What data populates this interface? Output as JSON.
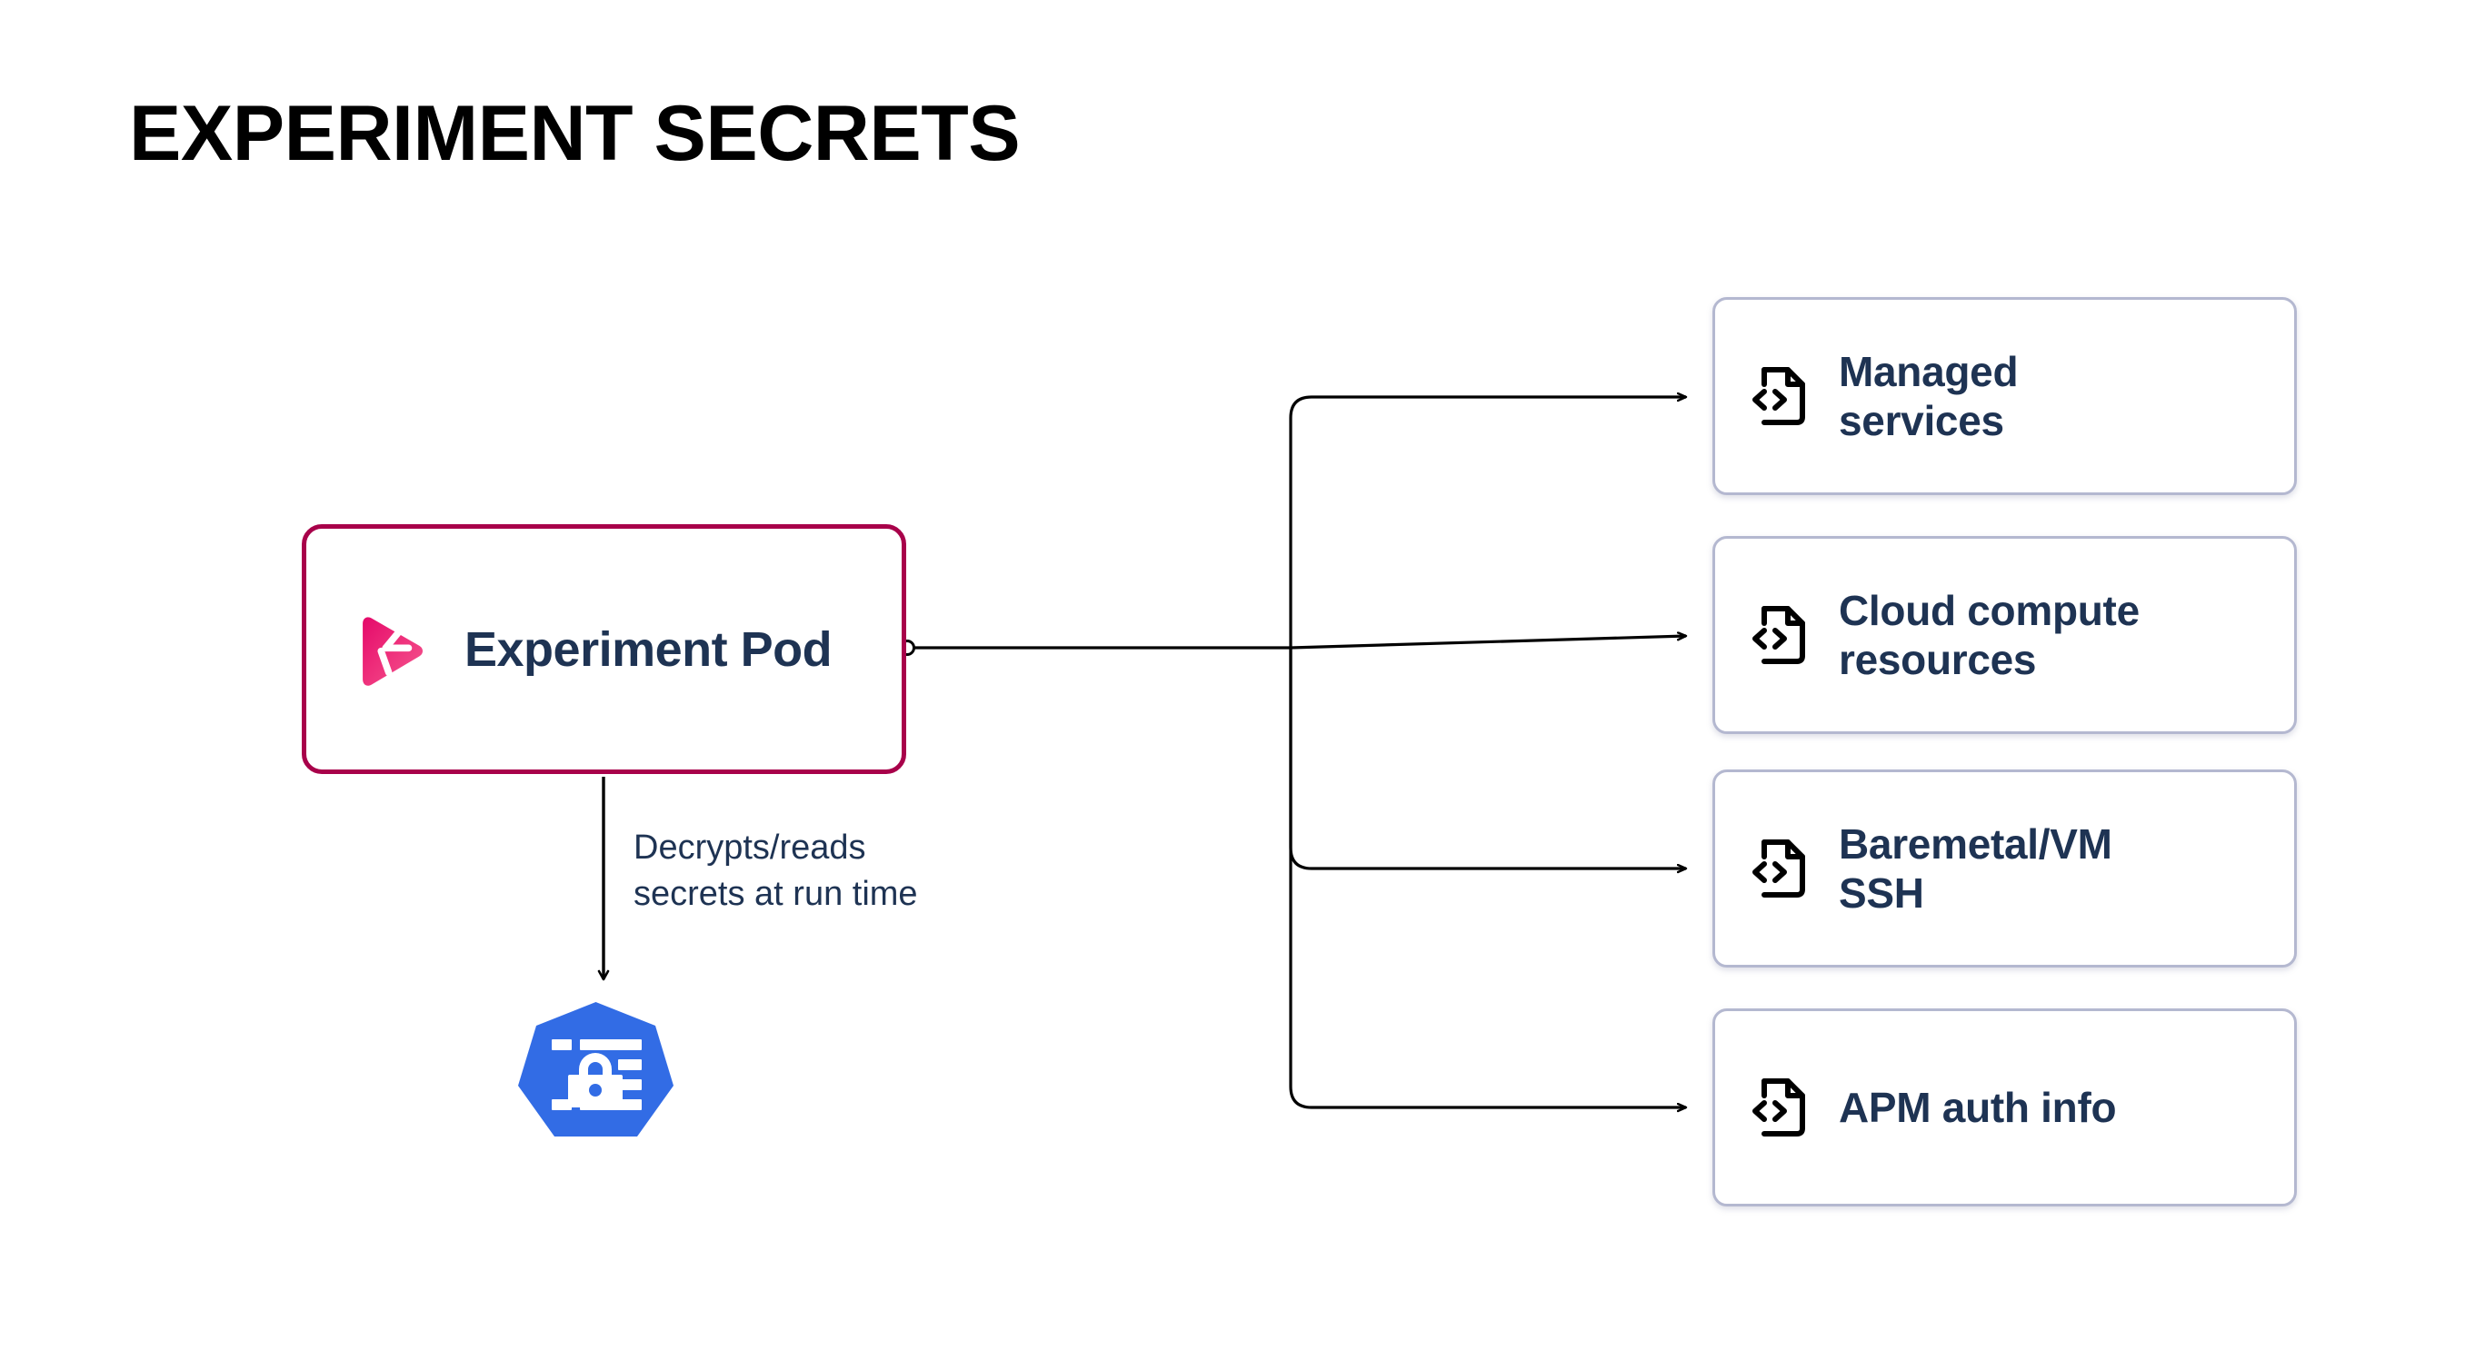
{
  "title": "EXPERIMENT SECRETS",
  "pod": {
    "label": "Experiment Pod",
    "logo_icon": "gremlin-logo-icon",
    "border_color": "#A8014A"
  },
  "secret": {
    "label": "secret",
    "icon": "kubernetes-secret-icon",
    "fill_color": "#326CE5"
  },
  "decrypt_edge": {
    "caption": "Decrypts/reads\nsecrets at run time",
    "arrow_icon": "down-arrow-icon"
  },
  "targets": {
    "icon": "file-code-icon",
    "border_color": "#B4B8D0",
    "text_color": "#1E3353",
    "cards": [
      {
        "label": "Managed\nservices"
      },
      {
        "label": "Cloud compute\nresources"
      },
      {
        "label": "Baremetal/VM\nSSH"
      },
      {
        "label": "APM auth info"
      }
    ]
  },
  "connectors": {
    "source_port_icon": "circle-port-icon",
    "arrow_icon": "right-arrow-icon",
    "branch_count": 4,
    "line_color": "#000000"
  }
}
